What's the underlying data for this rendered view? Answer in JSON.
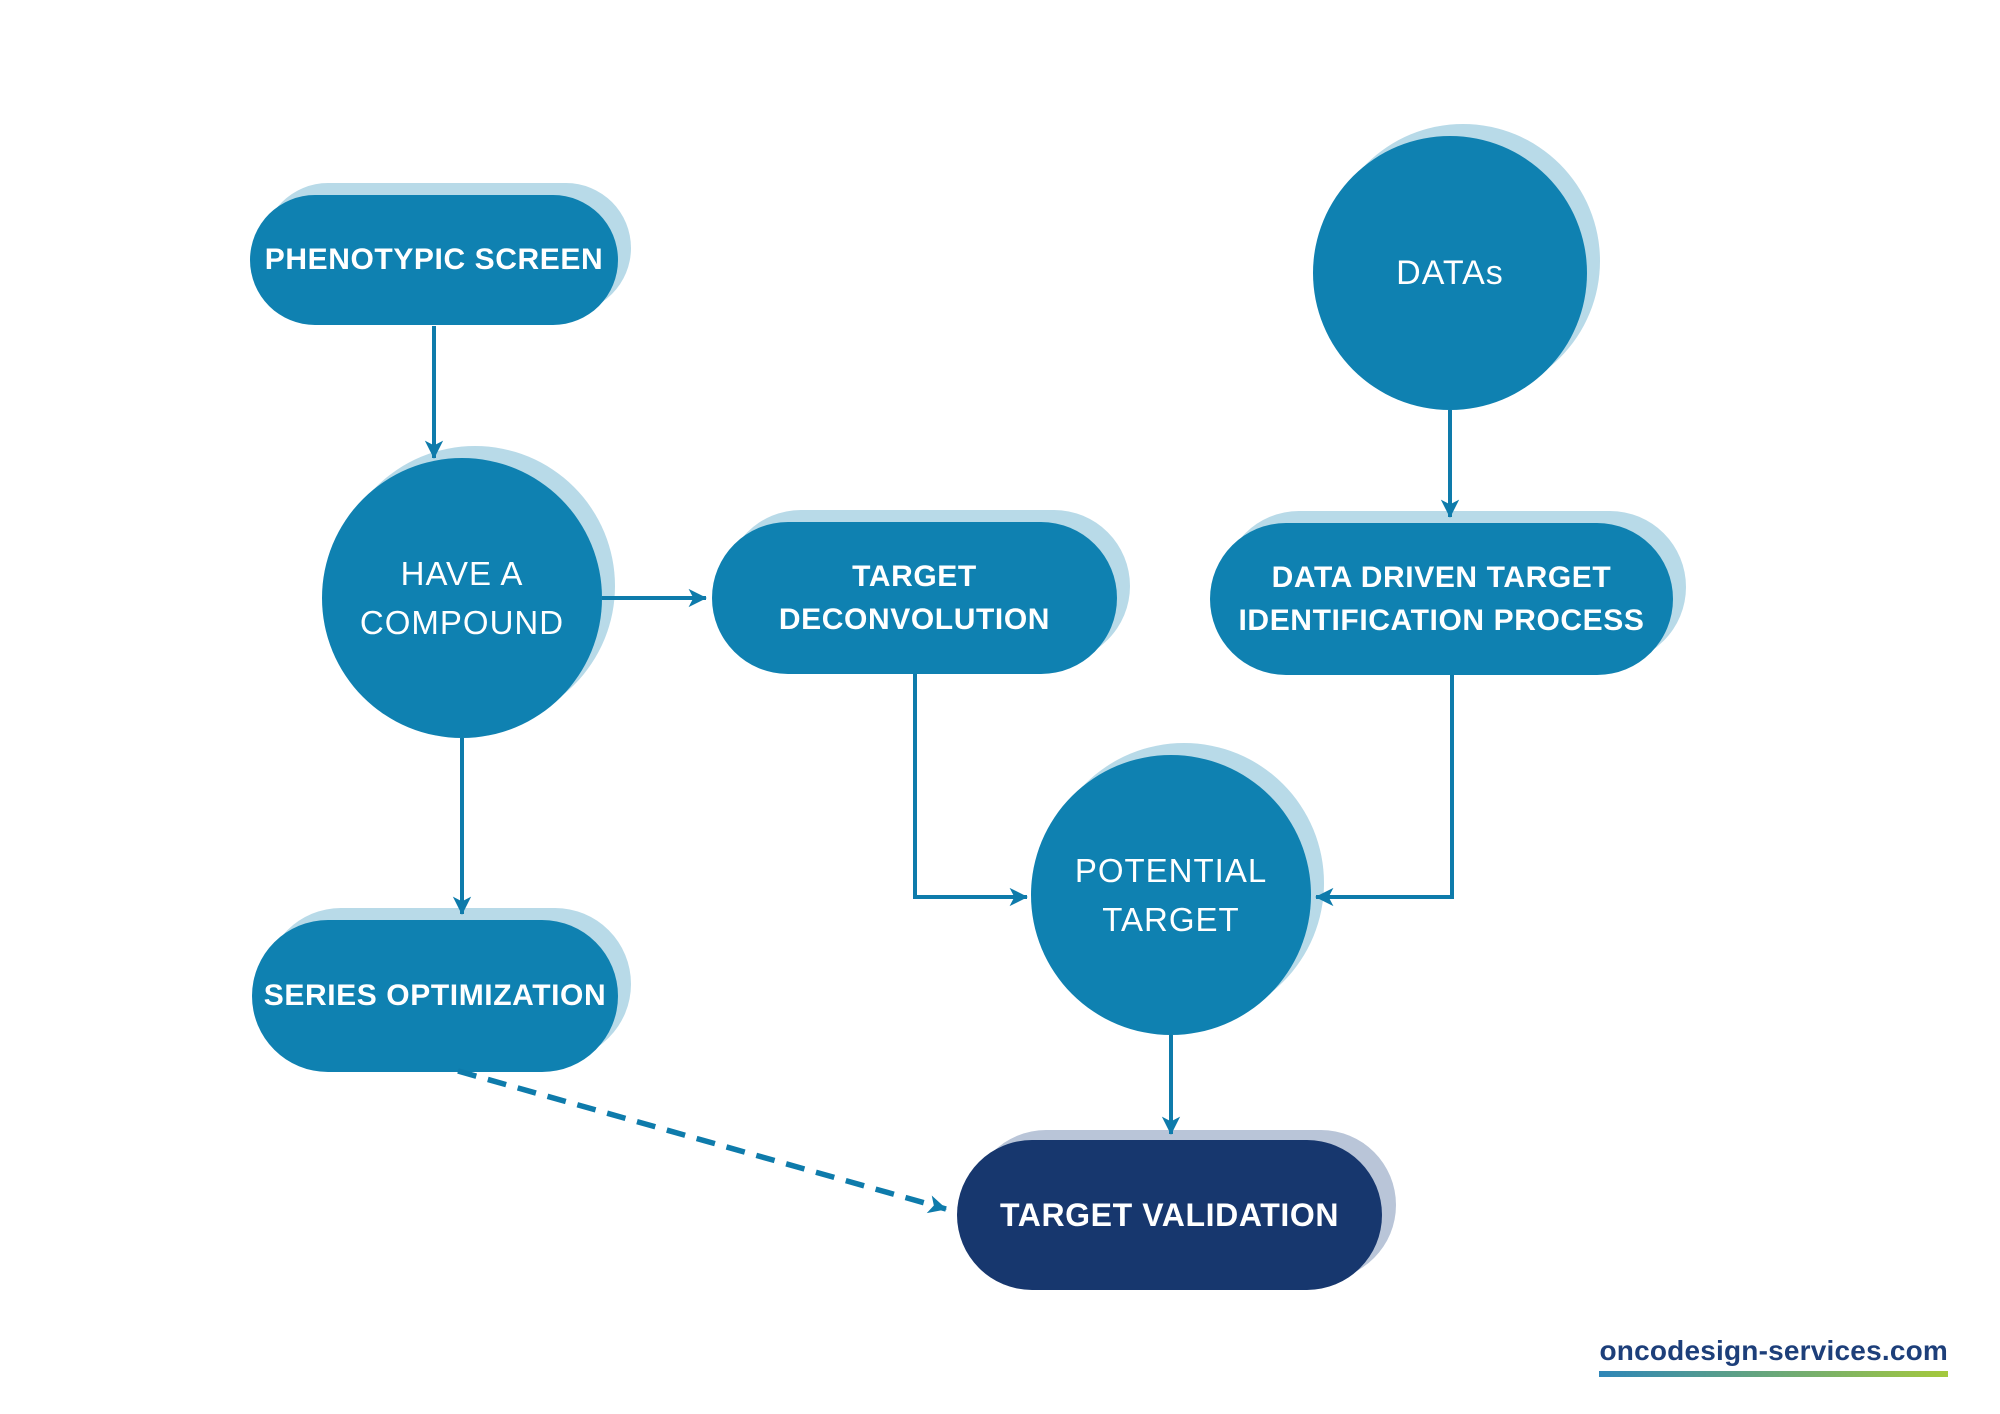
{
  "page": {
    "background": "#ffffff"
  },
  "colors": {
    "page_background": "#ffffff",
    "node_fill": "#0f81b1",
    "node_shadow": "#b8dae8",
    "validation_fill": "#17376e",
    "validation_shadow": "#b9c5d8",
    "connector": "#0e7bab",
    "label_text": "#ffffff",
    "footer_text": "#1d3f7a",
    "footer_underline_start": "#2e86b8",
    "footer_underline_end": "#a5c93c"
  },
  "diagram": {
    "nodes": {
      "phenotypic_screen": {
        "label": "PHENOTYPIC SCREEN",
        "shape": "pill"
      },
      "datas": {
        "label": "DATAs",
        "shape": "circle"
      },
      "have_a_compound": {
        "label": "HAVE A COMPOUND",
        "shape": "circle"
      },
      "target_deconvolution": {
        "label": "TARGET DECONVOLUTION",
        "shape": "pill"
      },
      "data_driven": {
        "label": "DATA DRIVEN TARGET IDENTIFICATION PROCESS",
        "shape": "pill"
      },
      "potential_target": {
        "label": "POTENTIAL TARGET",
        "shape": "circle"
      },
      "series_optimization": {
        "label": "SERIES OPTIMIZATION",
        "shape": "pill"
      },
      "target_validation": {
        "label": "TARGET VALIDATION",
        "shape": "pill"
      }
    },
    "connections": [
      {
        "from": "phenotypic_screen",
        "to": "have_a_compound",
        "style": "solid-arrow"
      },
      {
        "from": "have_a_compound",
        "to": "target_deconvolution",
        "style": "solid-arrow"
      },
      {
        "from": "have_a_compound",
        "to": "series_optimization",
        "style": "solid-arrow"
      },
      {
        "from": "datas",
        "to": "data_driven",
        "style": "solid-arrow"
      },
      {
        "from": "target_deconvolution",
        "to": "potential_target",
        "style": "solid-elbow-arrow"
      },
      {
        "from": "data_driven",
        "to": "potential_target",
        "style": "solid-elbow-arrow"
      },
      {
        "from": "potential_target",
        "to": "target_validation",
        "style": "solid-arrow"
      },
      {
        "from": "series_optimization",
        "to": "target_validation",
        "style": "dashed-arrow"
      }
    ]
  },
  "footer": {
    "link": "oncodesign-services.com"
  }
}
